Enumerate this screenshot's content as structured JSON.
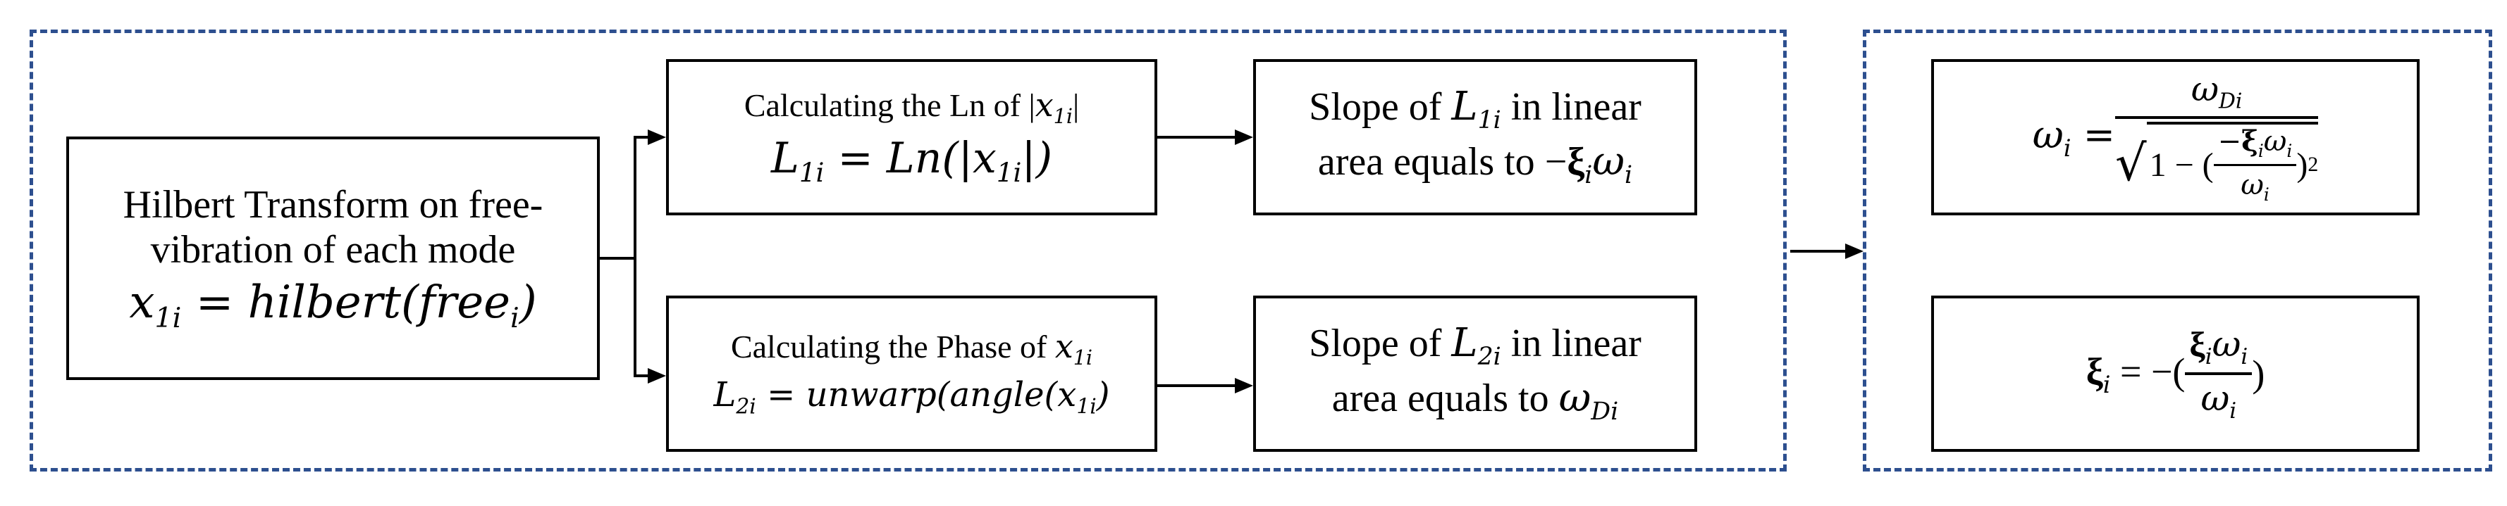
{
  "frame_left": {
    "label": ""
  },
  "frame_right": {
    "label": ""
  },
  "hilbert_box": {
    "line1": "Hilbert Transform on free-",
    "line2": "vibration of each mode",
    "eq_lhs": "x",
    "eq_lhs_sub": "1i",
    "eq_rhs": "= hilbert(free",
    "eq_rhs_sub": "i",
    "eq_close": ")"
  },
  "ln_box": {
    "title": "Calculating the Ln of |",
    "title_var": "x",
    "title_var_sub": "1i",
    "title_close": "|",
    "eq_lhs": "L",
    "eq_lhs_sub": "1i",
    "eq_rhs": "= Ln(|x",
    "eq_rhs_sub": "1i",
    "eq_close": "|)"
  },
  "phase_box": {
    "title": "Calculating the Phase of ",
    "title_var": "x",
    "title_var_sub": "1i",
    "eq_lhs": "L",
    "eq_lhs_sub": "2i",
    "eq_rhs": "= unwarp(angle(x",
    "eq_rhs_sub": "1i",
    "eq_close": ")"
  },
  "slope1_box": {
    "line1_a": "Slope of ",
    "line1_var": "L",
    "line1_var_sub": "1i",
    "line1_b": " in linear",
    "line2_a": "area equals to ",
    "line2_neg": "−",
    "line2_xi": "ξ",
    "line2_xi_sub": "i",
    "line2_om": "ω",
    "line2_om_sub": "i"
  },
  "slope2_box": {
    "line1_a": "Slope of ",
    "line1_var": "L",
    "line1_var_sub": "2i",
    "line1_b": " in linear",
    "line2_a": "area equals to ",
    "line2_om": "ω",
    "line2_om_sub": "Di"
  },
  "omega_box": {
    "lhs": "ω",
    "lhs_sub": "i",
    "eq": " = ",
    "num": "ω",
    "num_sub": "Di",
    "root_one": "1 − (",
    "inner_num_neg": "−",
    "inner_num_xi": "ξ",
    "inner_num_xi_sub": "i",
    "inner_num_om": "ω",
    "inner_num_om_sub": "i",
    "inner_den": "ω",
    "inner_den_sub": "i",
    "root_close": ")",
    "root_pow": "2",
    "radical": "√"
  },
  "xi_box": {
    "lhs": "ξ",
    "lhs_sub": "i",
    "eq": " = −(",
    "num_xi": "ξ",
    "num_xi_sub": "i",
    "num_om": "ω",
    "num_om_sub": "i",
    "den": "ω",
    "den_sub": "i",
    "close": ")"
  },
  "colors": {
    "frame_border": "#2d4f8f",
    "box_border": "#000000",
    "arrow": "#000000"
  }
}
